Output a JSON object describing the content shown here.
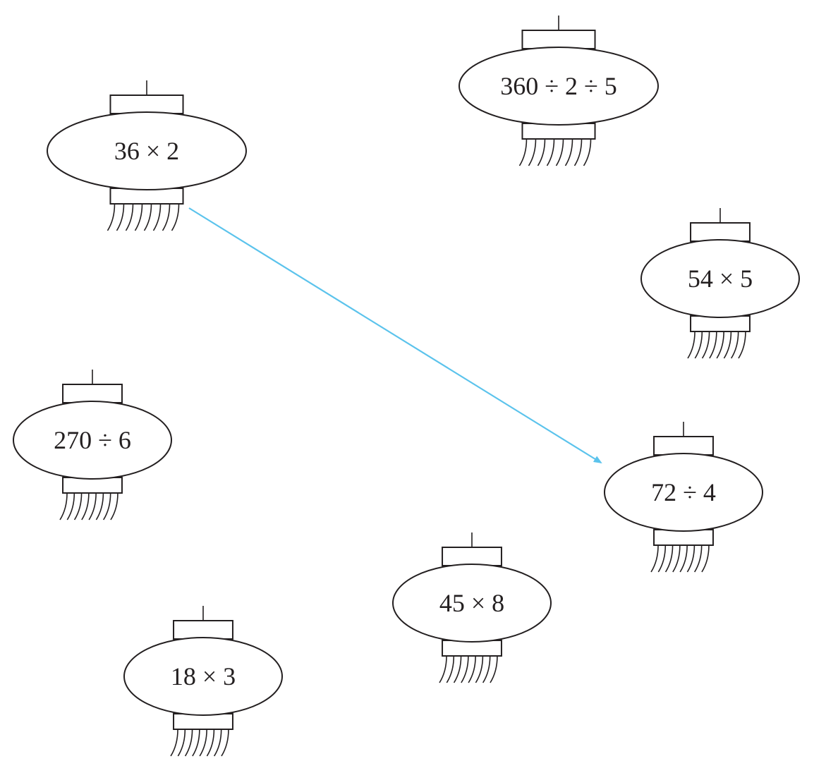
{
  "arrow": {
    "from": "36 × 2",
    "to": "72 ÷ 4",
    "color": "#5bc3ec"
  },
  "lanterns": [
    {
      "id": "lantern-36x2",
      "expr": "36 × 2"
    },
    {
      "id": "lantern-360d2d5",
      "expr": "360 ÷ 2 ÷ 5"
    },
    {
      "id": "lantern-54x5",
      "expr": "54 × 5"
    },
    {
      "id": "lantern-270d6",
      "expr": "270 ÷ 6"
    },
    {
      "id": "lantern-72d4",
      "expr": "72 ÷ 4"
    },
    {
      "id": "lantern-45x8",
      "expr": "45 × 8"
    },
    {
      "id": "lantern-18x3",
      "expr": "18 × 3"
    }
  ]
}
